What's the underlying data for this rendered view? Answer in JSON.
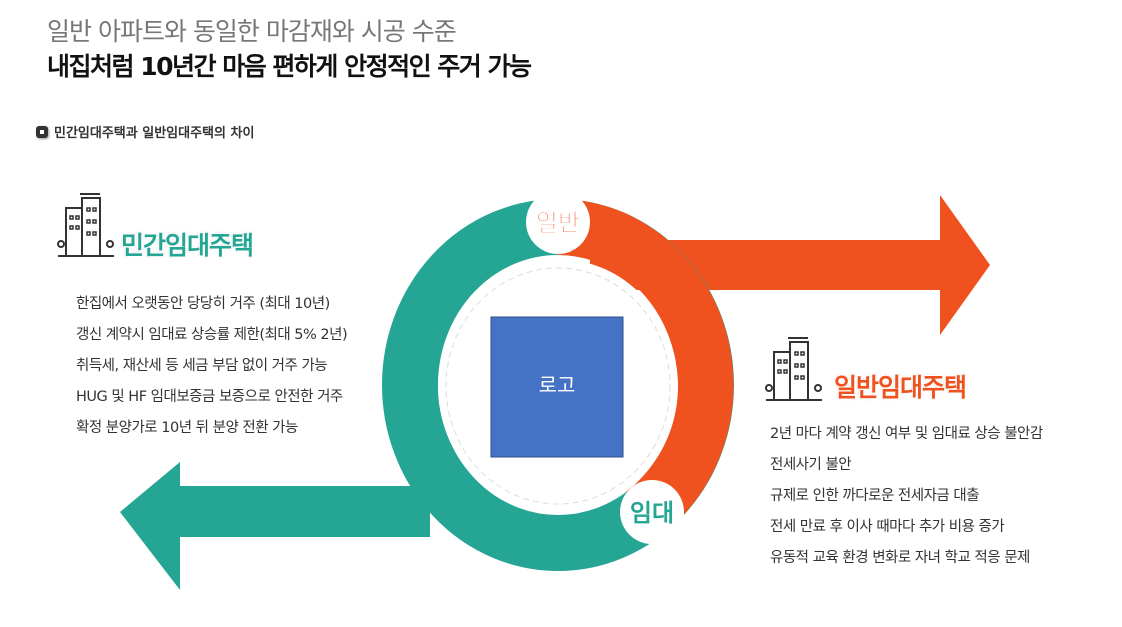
{
  "header": {
    "line1": "일반 아파트와 동일한 마감재와 시공 수준",
    "line2": "내집처럼 10년간 마음 편하게 안정적인 주거 가능"
  },
  "section_title": "민간임대주택과 일반임대주택의 차이",
  "diagram": {
    "badge_top": "일반",
    "badge_bottom": "임대",
    "logo": "로고",
    "colors": {
      "teal": "#25a593",
      "orange": "#f0521f",
      "logo": "#4472c4"
    }
  },
  "private": {
    "title": "민간임대주택",
    "icon": "building-icon",
    "items": [
      "한집에서 오랫동안 당당히 거주 (최대 10년)",
      "갱신 계약시 임대료 상승률 제한(최대 5% 2년)",
      "취득세, 재산세 등 세금 부담 없이 거주 가능",
      "HUG 및 HF 임대보증금 보증으로 안전한 거주",
      "확정 분양가로 10년 뒤 분양 전환 가능"
    ]
  },
  "general": {
    "title": "일반임대주택",
    "icon": "building-icon",
    "items": [
      "2년 마다 계약 갱신 여부 및 임대료 상승 불안감",
      "전세사기 불안",
      "규제로 인한 까다로운 전세자금 대출",
      "전세 만료 후 이사 때마다  추가 비용 증가",
      "유동적 교육 환경 변화로 자녀 학교 적응 문제"
    ]
  }
}
